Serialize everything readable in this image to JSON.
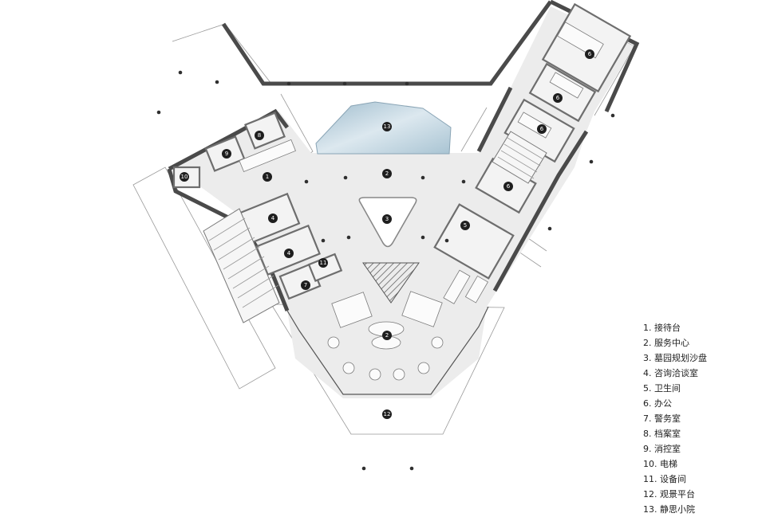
{
  "legend": [
    "1. 接待台",
    "2. 服务中心",
    "3. 墓园规划沙盘",
    "4. 咨询洽谈室",
    "5. 卫生间",
    "6. 办公",
    "7. 警务室",
    "8. 档案室",
    "9. 消控室",
    "10. 电梯",
    "11. 设备间",
    "12. 观景平台",
    "13. 静思小院"
  ],
  "markers": [
    "1",
    "2",
    "2",
    "3",
    "4",
    "4",
    "5",
    "6",
    "6",
    "6",
    "6",
    "7",
    "8",
    "9",
    "10",
    "11",
    "12",
    "13"
  ],
  "colors": {
    "wall": "#4a4a4a",
    "floor": "#ececec",
    "pond": "#c3d6e2",
    "marker": "#1e1e1e"
  }
}
